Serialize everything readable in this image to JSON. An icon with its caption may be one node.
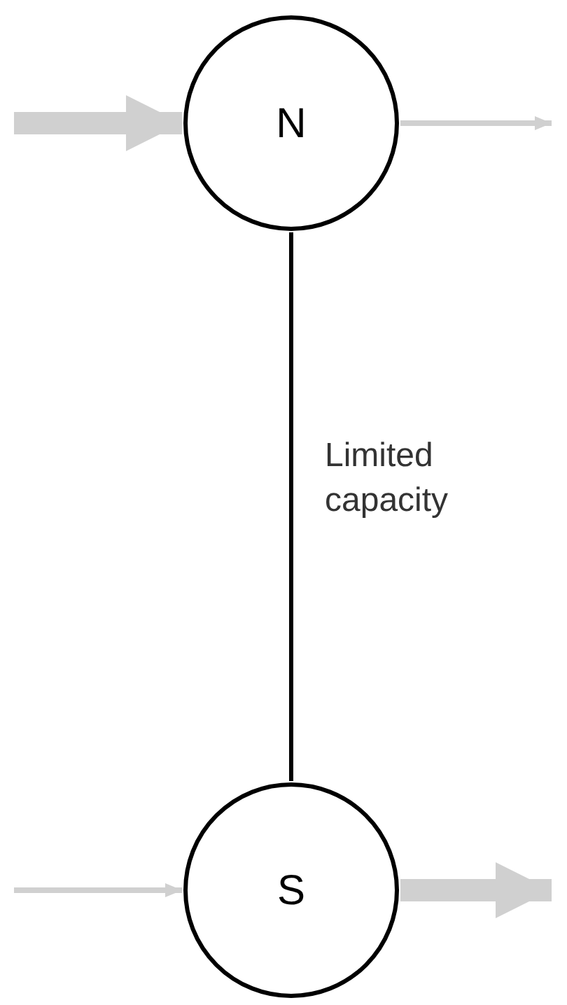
{
  "diagram": {
    "nodes": [
      {
        "text": [
          "N"
        ]
      },
      {
        "text": [
          "S"
        ]
      }
    ],
    "edges": [
      {
        "from": null,
        "to": 0,
        "arrow": "to",
        "style": "thick"
      },
      {
        "from": 0,
        "to": null,
        "arrow": "to"
      },
      {
        "from": 0,
        "to": 1,
        "arrow": "none",
        "label": "Limited capacity",
        "color": "#000000"
      },
      {
        "from": null,
        "to": 1,
        "arrow": "to"
      },
      {
        "from": 1,
        "to": null,
        "arrow": "to",
        "style": "thick"
      }
    ]
  }
}
